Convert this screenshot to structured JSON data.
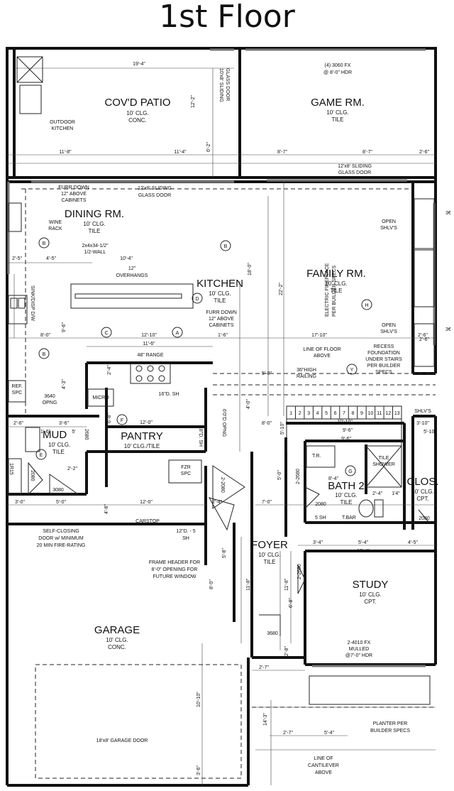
{
  "title": "1st Floor",
  "rooms": [
    {
      "name": "COV'D PATIO",
      "lines": [
        "10' CLG.",
        "CONC."
      ]
    },
    {
      "name": "GAME RM.",
      "lines": [
        "10' CLG.",
        "TILE"
      ]
    },
    {
      "name": "DINING RM.",
      "lines": [
        "10' CLG.",
        "TILE"
      ]
    },
    {
      "name": "KITCHEN",
      "lines": [
        "10' CLG.",
        "TILE"
      ]
    },
    {
      "name": "FAMILY RM.",
      "lines": [
        "10' CLG.",
        "TILE"
      ]
    },
    {
      "name": "MUD",
      "lines": [
        "10' CLG.",
        "TILE"
      ]
    },
    {
      "name": "PANTRY",
      "lines": [
        "10' CLG./TILE"
      ]
    },
    {
      "name": "BATH 2",
      "lines": [
        "10' CLG.",
        "TILE"
      ]
    },
    {
      "name": "CLOS.",
      "lines": [
        "10' CLG.",
        "CPT."
      ]
    },
    {
      "name": "FOYER",
      "lines": [
        "10' CLG.",
        "TILE"
      ]
    },
    {
      "name": "STUDY",
      "lines": [
        "10' CLG.",
        "CPT."
      ]
    },
    {
      "name": "GARAGE",
      "lines": [
        "10' CLG.",
        "CONC."
      ]
    }
  ],
  "notes": {
    "outdoor_kitchen": [
      "OUTDOOR",
      "KITCHEN"
    ],
    "game_window": [
      "(4) 3060 FX",
      "@ 8'-0\" HDR"
    ],
    "sliding_patio": [
      "10'x8' SLIDING",
      "GLASS DOOR"
    ],
    "sliding_family": [
      "12'x8' SLIDING",
      "GLASS DOOR"
    ],
    "sliding_dining": [
      "12'x8' SLIDING",
      "GLASS DOOR"
    ],
    "furr_down_1": [
      "FURR DOWN",
      "12\" ABOVE",
      "CABINETS"
    ],
    "wine_rack": [
      "WINE",
      "RACK"
    ],
    "half_wall": [
      "2x4x34-1/2\"",
      "1/2-WALL"
    ],
    "overhangs": [
      "12\"",
      "OVERHANGS"
    ],
    "furr_down_2": [
      "FURR DOWN",
      "12\" ABOVE",
      "CABINETS"
    ],
    "sink_dw": "SINK/DISP D/W",
    "range": "48\" RANGE",
    "micro": "MICRO",
    "shelf_16": "16\"D. SH",
    "ref": [
      "REF.",
      "SPC"
    ],
    "opng_3640": [
      "3640",
      "OPNG"
    ],
    "open_shlvs_1": [
      "OPEN",
      "SHLV'S"
    ],
    "fireplace": [
      "ELECTRIC FIREPLACE",
      "PER BUILDER SPECS"
    ],
    "open_shlvs_2": [
      "OPEN",
      "SHLV'S"
    ],
    "floor_above": [
      "LINE OF FLOOR",
      "ABOVE"
    ],
    "recess": [
      "RECESS",
      "FOUNDATION",
      "UNDER STAIRS",
      "PER BUILDER",
      "SPECS"
    ],
    "railing": [
      "36\"HIGH",
      "RAILING"
    ],
    "shlvs_side": "SHLV'S",
    "fzr": [
      "FZR",
      "SPC"
    ],
    "opng_vert": "6'0\"D OPNG",
    "sh_18": "18\"D. SH",
    "tile_shower": [
      "TILE",
      "SHOWER"
    ],
    "tr": "T.R.",
    "sh_5": "5 SH",
    "tbar": "T.BAR",
    "door_3080": "3080",
    "door_2080_a": "2080",
    "door_2080_b": "2080",
    "door_2080_c": "2080",
    "door_2080_d": "2-2080",
    "door_2680_a": "2680",
    "door_2680_b": "2-2680",
    "door_2680_c": "2-2680",
    "door_3680": "3680",
    "carstop": "CARSTOP",
    "shelf_12": [
      "12\"D. - 5",
      "SH"
    ],
    "self_closing": [
      "SELF-CLOSING",
      "DOOR w/ MINIMUM",
      "20 MIN FIRE-RATING"
    ],
    "frame_header": [
      "FRAME HEADER FOR",
      "8'-0\" OPENING FOR",
      "FUTURE WINDOW"
    ],
    "study_window": [
      "2-4010 FX",
      "MULLED",
      "@7'-0\" HDR"
    ],
    "garage_door": "18'x8' GARAGE DOOR",
    "planter": [
      "PLANTER PER",
      "BUILDER SPECS"
    ],
    "cantilever": [
      "LINE OF",
      "CANTILEVER",
      "ABOVE"
    ],
    "1r15": "1R15",
    "side_right_1": "3€",
    "side_right_2": "3€"
  },
  "dimensions": [
    {
      "t": "19'-4\""
    },
    {
      "t": "11'-8\""
    },
    {
      "t": "11'-4\""
    },
    {
      "t": "8'-7\""
    },
    {
      "t": "8'-7\""
    },
    {
      "t": "2'-6\""
    },
    {
      "t": "12'-2\""
    },
    {
      "t": "6'-2\""
    },
    {
      "t": "4'-5\""
    },
    {
      "t": "2'-5\""
    },
    {
      "t": "10'-4\""
    },
    {
      "t": "18'-0\""
    },
    {
      "t": "22'-2\""
    },
    {
      "t": "9'-6\""
    },
    {
      "t": "8'-0\""
    },
    {
      "t": "12'-10\""
    },
    {
      "t": "11'-6\""
    },
    {
      "t": "1'-6\""
    },
    {
      "t": "17'-10\""
    },
    {
      "t": "2'-6\""
    },
    {
      "t": "4'-3\""
    },
    {
      "t": "2'-4\""
    },
    {
      "t": "6'-8\""
    },
    {
      "t": "5'-8\""
    },
    {
      "t": "4'-0\""
    },
    {
      "t": "12'-0\""
    },
    {
      "t": "10'-10\""
    },
    {
      "t": "9'-6\""
    },
    {
      "t": "3'-10\""
    },
    {
      "t": "8'-0\""
    },
    {
      "t": "5'-10\""
    },
    {
      "t": "3'-6\""
    },
    {
      "t": "2'-6\""
    },
    {
      "t": "1'-6\""
    },
    {
      "t": "5'"
    },
    {
      "t": "2'-2\""
    },
    {
      "t": "8'-4\""
    },
    {
      "t": "5'-0\""
    },
    {
      "t": "3'-0\""
    },
    {
      "t": "5'-0\""
    },
    {
      "t": "12'-0\""
    },
    {
      "t": "2'-4\""
    },
    {
      "t": "7'-0\""
    },
    {
      "t": "2'-4\""
    },
    {
      "t": "1'4\""
    },
    {
      "t": "4'-5\""
    },
    {
      "t": "5'-4\""
    },
    {
      "t": "13'-4\""
    },
    {
      "t": "3'-4\""
    },
    {
      "t": "4'-8\""
    },
    {
      "t": "8'-0\""
    },
    {
      "t": "11'-8\""
    },
    {
      "t": "11'-8\""
    },
    {
      "t": "6'-8\""
    },
    {
      "t": "5'-8\""
    },
    {
      "t": "2'-7\""
    },
    {
      "t": "2'-8\""
    },
    {
      "t": "14'-3\""
    },
    {
      "t": "2'-7\""
    },
    {
      "t": "5'-4\""
    },
    {
      "t": "10'-10\""
    },
    {
      "t": "3'-6\""
    },
    {
      "t": "5'-10\""
    },
    {
      "t": "9'-6\""
    },
    {
      "t": "2'-6\""
    }
  ],
  "stairs": [
    "1",
    "2",
    "3",
    "4",
    "5",
    "6",
    "7",
    "8",
    "9",
    "10",
    "11",
    "12",
    "13"
  ],
  "markers": [
    "B",
    "B",
    "B",
    "C",
    "A",
    "D",
    "H",
    "F",
    "E",
    "G",
    "Y"
  ]
}
